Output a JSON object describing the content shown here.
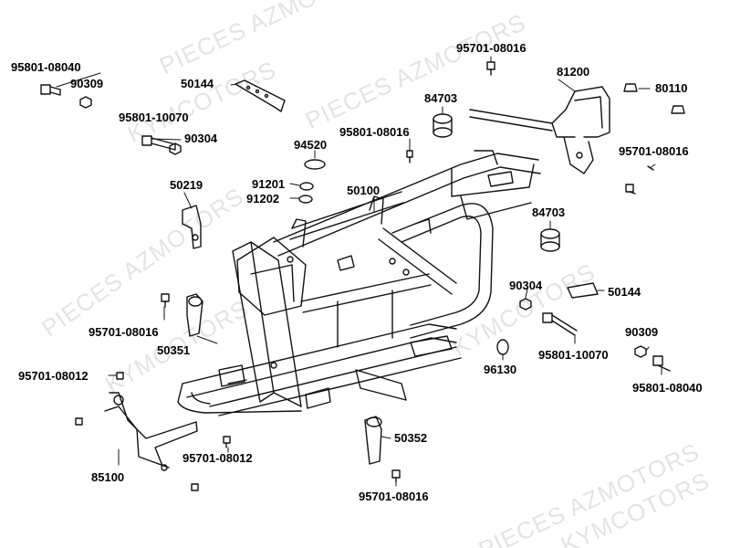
{
  "watermarks": [
    "PIECES AZMOTORS",
    "KYMCOTORS",
    "PIECES AZMOTORS",
    "KYMCOTORS",
    "PIECES AZMOTORS",
    "KYMCOTORS",
    "PIECES AZMOTORS",
    "KYMCOTORS"
  ],
  "callouts": {
    "c95801_08040_tl": "95801-08040",
    "c90309_tl": "90309",
    "c95801_10070_tl": "95801-10070",
    "c90304_tl": "90304",
    "c50144_top": "50144",
    "c50219": "50219",
    "c94520": "94520",
    "c91201": "91201",
    "c91202": "91202",
    "c95801_08016": "95801-08016",
    "c95701_08016_top": "95701-08016",
    "c84703_top": "84703",
    "c50100": "50100",
    "c81200": "81200",
    "c80110": "80110",
    "c95701_08016_right": "95701-08016",
    "c84703_right": "84703",
    "c90304_right": "90304",
    "c50144_right": "50144",
    "c95801_10070_right": "95801-10070",
    "c90309_right": "90309",
    "c96130": "96130",
    "c95801_08040_right": "95801-08040",
    "c95701_08016_left": "95701-08016",
    "c50351": "50351",
    "c95701_08012_left": "95701-08012",
    "c85100": "85100",
    "c95701_08012_bottom": "95701-08012",
    "c50352": "50352",
    "c95701_08016_bottom": "95701-08016"
  },
  "colors": {
    "line": "#111111",
    "watermark": "#e3e3e3",
    "background": "#ffffff"
  }
}
